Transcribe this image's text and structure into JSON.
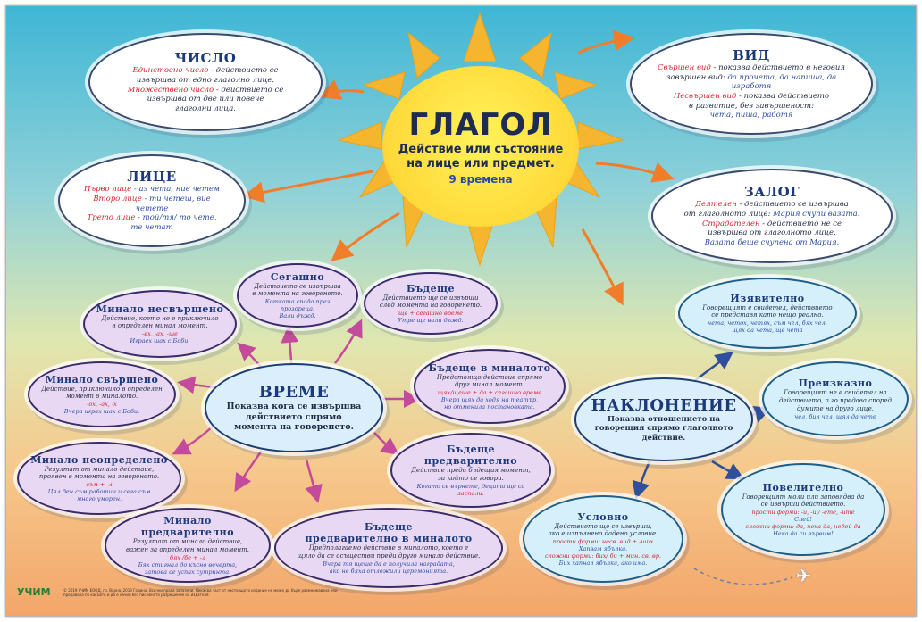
{
  "sun": {
    "title": "ГЛАГОЛ",
    "subtitle_1": "Действие или състояние",
    "subtitle_2": "на лице или предмет.",
    "tenses": "9 времена"
  },
  "chislo": {
    "title": "ЧИСЛО",
    "l1a": "Единствено число",
    "l1b": " - действието се",
    "l2": "извършва от едно глаголно лице.",
    "l3a": "Множествено число",
    "l3b": " - действието се",
    "l4": "извършва от две или повече",
    "l5": "глаголни лица."
  },
  "lice": {
    "title": "ЛИЦЕ",
    "l1a": "Първо лице",
    "l1b": " - аз чета, ние четем",
    "l2a": "Второ лице",
    "l2b": " - ти четеш, вие четете",
    "l3a": "Трето лице",
    "l3b": " - той/тя/ то чете,",
    "l4": "те четат"
  },
  "vid": {
    "title": "ВИД",
    "l1a": "Свършен вид",
    "l1b": " - показва действието в неговия",
    "l2a": "завършен вид: ",
    "l2b": "да прочета, да напиша, да изработя",
    "l3a": "Несвършен вид",
    "l3b": " - показва действието",
    "l4": "в развитие, без завършеност:",
    "l5": "чета, пиша, работя"
  },
  "zalog": {
    "title": "ЗАЛОГ",
    "l1a": "Деятелен",
    "l1b": " - действието се извършва",
    "l2a": "от глаголното лице: ",
    "l2b": "Мария счупи вазата.",
    "l3a": "Страдателен",
    "l3b": " - действието не се",
    "l4": "извършва от глаголното лице.",
    "l5": "Вазата беше счупена от Мария."
  },
  "vreme": {
    "title": "ВРЕМЕ",
    "l1": "Показва кога се извършва",
    "l2": "действието  спрямо",
    "l3": "момента на говоренето."
  },
  "segashno": {
    "title": "Сегашно",
    "l1": "Действието се извършва",
    "l2": "в момента на говоренето.",
    "l3": "Котката спада през прозореца.",
    "l4": "Вали дъжд."
  },
  "budeshte": {
    "title": "Бъдеще",
    "l1": "Действието ще се извърши",
    "l2": "след момента на говоренето.",
    "l3": "ще + сегашно време",
    "l4": "Утре ще вали дъжд."
  },
  "minalo_nesvarsheno": {
    "title": "Минало несвършено",
    "l1": "Действие, което не е приключило",
    "l2": "в определен минал момент.",
    "l3": "-ех, -ах, -ше",
    "l4": "Играех шах с Боби."
  },
  "minalo_svarsheno": {
    "title": "Минало свършено",
    "l1": "Действие, приключило в определен",
    "l2": "момент в миналото.",
    "l3": "-ох, -ах, -х",
    "l4": "Вчера играх шах с Боби."
  },
  "minalo_neopredeleno": {
    "title": "Минало неопределено",
    "l1": "Резултат от минало действие,",
    "l2": "проявен в момента на говоренето.",
    "l3": "съм + -л",
    "l4": "Цял ден съм работил и сега съм",
    "l5": "много уморен."
  },
  "minalo_predvaritelno": {
    "title": "Минало  предварително",
    "l1": "Резултат от минало действие,",
    "l2": "важен за определен минал момент.",
    "l3": "бях /бе + -л",
    "l4": "Бях стигнал до късно вечерта,",
    "l5": "затова се успах сутринта."
  },
  "budeshte_v_minaloto": {
    "title": "Бъдеще в миналото",
    "l1": "Предстоящо действие спрямо",
    "l2": "друг минал момент.",
    "l3": "щях/щеше + да + сегашно време",
    "l4": "Вчера щях да ходя на театър,",
    "l5": "но отменила постановката."
  },
  "budeshte_predvaritelno": {
    "title_1": "Бъдеще",
    "title_2": "предварително",
    "l1": "Действие преди бъдещия момент,",
    "l2": "за който се говори.",
    "l3": "Когато се върнете, децата ще са",
    "l4": "заспали."
  },
  "budeshte_predv_minaloto": {
    "title_1": "Бъдеще",
    "title_2": "предварително в миналото",
    "l1": "Предполагаемо действие в миналото, което е",
    "l2": "щяло да се осъществи преди друго минало действие.",
    "l3": "Вчера тя щеше да е получила наградата,",
    "l4": "ако не бяха отложили церемонията."
  },
  "naklonenie": {
    "title": "НАКЛОНЕНИЕ",
    "l1": "Показва отношението на",
    "l2": "говорещия спрямо глаголното",
    "l3": "действие."
  },
  "izyavitelno": {
    "title": "Изявително",
    "l1": "Говорещият е свидетел, действието",
    "l2": "се представя като нещо реално.",
    "l3": "чета, четох, четях, съм чел, бях чел,",
    "l4": "щях да чета, ще чета"
  },
  "preizkazno": {
    "title": "Преизказно",
    "l1": "Говорещият не е свидетел на",
    "l2": "действието, а го предава според",
    "l3": "думите на друго лице.",
    "l4": "чел, бил чел, щял да чете"
  },
  "povelitelno": {
    "title": "Повелително",
    "l1": "Говорещият моли или заповядва да",
    "l2": "се извърши действието.",
    "l3": "прости форми: -и, -й / -ете, -йте",
    "l4": "Спей!",
    "l5": "сложни форми: да, нека да, недей да",
    "l6": "Нека да си вървим!"
  },
  "uslovno": {
    "title": "Условно",
    "l1": "Действието ще се извърши,",
    "l2": "ако е изпълнено дадено условие.",
    "l3": "прости форми: несв. вид + -ших",
    "l4": "Хапвам ябълка.",
    "l5": "сложни форми: бих/ би + мин. св. вр.",
    "l6": "Бих хапнал ябълка, ако има."
  },
  "footer": {
    "logo": "УЧИМ",
    "fine": "© 2019 УЧИМ ЕООД, гр. Варна, 2019 Година. Всички права запазени. Никаква част от настоящото издание не може да бъде размножавана или предавана по какъвто и да е начин без писменото разрешение на издателя."
  },
  "colors": {
    "sun": "#ffd93a",
    "ray": "#f6b52f",
    "arrow_orange": "#f07d2a",
    "arrow_pink": "#c44b9b",
    "arrow_blue": "#2f4f9c",
    "title_blue": "#1c3a7a",
    "accent_red": "#d3232c"
  }
}
